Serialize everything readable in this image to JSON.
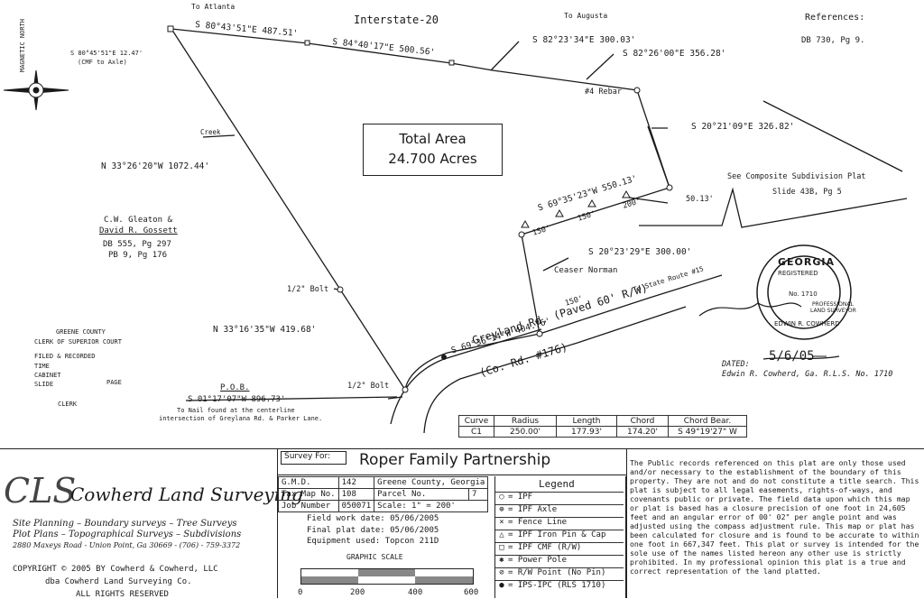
{
  "header": {
    "to_atlanta": "To Atlanta",
    "interstate": "Interstate-20",
    "to_augusta": "To Augusta",
    "references_title": "References:",
    "references_value": "DB 730, Pg 9."
  },
  "north": {
    "label": "MAGNETIC NORTH"
  },
  "bearings": {
    "b1": "S 80°43'51\"E 487.51'",
    "b2": "S 84°40'17\"E 500.56'",
    "b3": "S 82°23'34\"E 300.03'",
    "b4": "S 82°26'00\"E 356.28'",
    "b5": "S 20°21'09\"E 326.82'",
    "b6": "S 69°35'23\"W 550.13'",
    "b7": "S 20°23'29\"E 300.00'",
    "b8": "S 69°36'14\"W 404.76'",
    "b9": "N 33°16'35\"W 419.68'",
    "b10": "N 33°26'20\"W 1072.44'",
    "tie": "S 80°45'51\"E 12.47'",
    "tie_note": "(CMF to Axle)",
    "pob_bearing": "S 01°17'07\"W 896.73'",
    "seg_200": "200'",
    "seg_150a": "150'",
    "seg_150b": "150'",
    "seg_150c": "150'",
    "seg_5013": "50.13'"
  },
  "labels": {
    "rebar": "#4 Rebar",
    "creek": "Creek",
    "bolt1": "1/2\" Bolt",
    "bolt2": "1/2\" Bolt",
    "pob": "P.O.B.",
    "pob_note1": "To Nail found at the centerline",
    "pob_note2": "intersection of Greylana Rd. & Parker Lane.",
    "ceaser": "Ceaser Norman",
    "to_route": "To State Route #15",
    "road1": "Greyland Rd. (Paved 60' R/W)",
    "road2": "(Co. Rd. #176)",
    "composite": "See Composite Subdivision Plat",
    "slide": "Slide 43B, Pg 5",
    "owner1": "C.W. Gleaton &",
    "owner2": "David R. Gossett",
    "owner3": "DB 555, Pg 297",
    "owner4": "PB 9, Pg 176"
  },
  "area": {
    "line1": "Total Area",
    "line2": "24.700 Acres"
  },
  "clerk": {
    "l1": "GREENE COUNTY",
    "l2": "CLERK OF SUPERIOR COURT",
    "l3": "FILED & RECORDED",
    "l4": "TIME",
    "l5": "CABINET",
    "l6": "SLIDE",
    "l7": "PAGE",
    "l8": "CLERK"
  },
  "seal": {
    "top": "GEORGIA",
    "reg": "REGISTERED",
    "no": "No. 1710",
    "prof": "PROFESSIONAL",
    "surv": "LAND SURVEYOR",
    "name": "EDWIN R. COWHERD"
  },
  "dated": {
    "label": "DATED:",
    "value": "5/6/05",
    "signer": "Edwin R. Cowherd, Ga. R.L.S. No. 1710"
  },
  "curve_table": {
    "headers": [
      "Curve",
      "Radius",
      "Length",
      "Chord",
      "Chord Bear."
    ],
    "row": [
      "C1",
      "250.00'",
      "177.93'",
      "174.20'",
      "S 49°19'27\" W"
    ]
  },
  "company": {
    "logo": "CLS",
    "name": "Cowherd Land Surveying",
    "svc1": "Site Planning  –  Boundary surveys  –  Tree Surveys",
    "svc2": "Plot Plans  –  Topographical Surveys  –  Subdivisions",
    "address": "2880 Maxeys Road - Union Point, Ga 30669 - (706) - 759-3372",
    "copy1": "COPYRIGHT ©  2005 BY Cowherd & Cowherd, LLC",
    "copy2": "dba Cowherd Land Surveying Co.",
    "copy3": "ALL RIGHTS RESERVED"
  },
  "survey": {
    "survey_for": "Survey For:",
    "client": "Roper Family Partnership",
    "gmd_label": "G.M.D.",
    "gmd": "142",
    "county": "Greene County, Georgia",
    "tax_label": "Tax Map No.",
    "tax": "108",
    "parcel_label": "Parcel No.",
    "parcel": "7",
    "job_label": "Job Number",
    "job": "050071",
    "scale": "Scale: 1\" = 200'",
    "field": "Field work date: 05/06/2005",
    "final": "Final plat date: 05/06/2005",
    "equip": "Equipment used: Topcon 211D",
    "graphic_scale": "GRAPHIC SCALE",
    "s0": "0",
    "s200": "200",
    "s400": "400",
    "s600": "600"
  },
  "legend": {
    "title": "Legend",
    "items": [
      {
        "sym": "○",
        "text": "= IPF"
      },
      {
        "sym": "⊕",
        "text": "= IPF Axle"
      },
      {
        "sym": "×",
        "text": "= Fence Line"
      },
      {
        "sym": "△",
        "text": "= IPF Iron Pin & Cap"
      },
      {
        "sym": "□",
        "text": "= IPF CMF (R/W)"
      },
      {
        "sym": "✱",
        "text": "= Power Pole"
      },
      {
        "sym": "⊘",
        "text": "= R/W Point (No Pin)"
      },
      {
        "sym": "●",
        "text": "= IPS-IPC (RLS 1710)"
      }
    ]
  },
  "notes": {
    "text": "The Public records referenced on this plat are only those used and/or necessary to the establishment of the boundary of this property. They are not and do not constitute a title search. This plat is subject to all legal easements, rights-of-ways, and covenants public or private. The field data upon which this map or plat is based has a closure precision of one foot in 24,605 feet and an angular error of 00' 02\" per angle point and was adjusted using the compass adjustment rule. This map or plat has been calculated for closure and is found to be accurate to within one foot in 667,347 feet. This plat or survey is intended for the sole use of the names listed hereon any other use is strictly prohibited. In my professional opinion this plat is a true and correct representation of the land platted."
  }
}
